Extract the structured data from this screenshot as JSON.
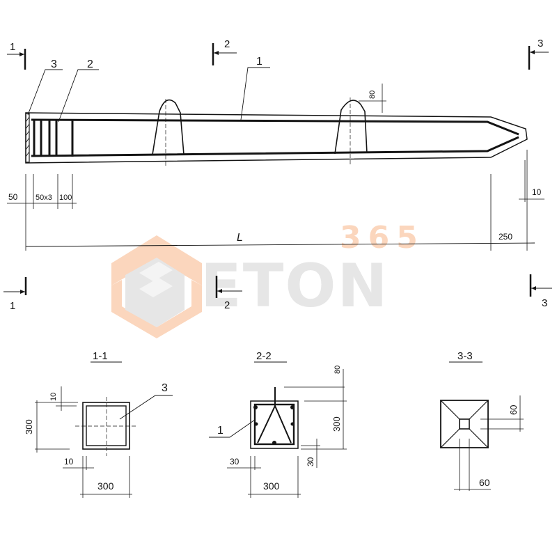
{
  "drawing": {
    "type": "reinforced concrete pile drawing",
    "elevation": {
      "section_markers": [
        {
          "id": "1",
          "label": "1"
        },
        {
          "id": "2",
          "label": "2"
        },
        {
          "id": "3",
          "label": "3"
        }
      ],
      "callouts": [
        {
          "id": "3",
          "label": "3"
        },
        {
          "id": "2",
          "label": "2"
        },
        {
          "id": "1",
          "label": "1"
        }
      ],
      "dimensions": {
        "end_plate": "50",
        "stirrup_spacing": "50x3",
        "stirrup_last": "100",
        "overall_length": "L",
        "tip_length": "250",
        "tip_offset": "10",
        "loop_height": "80"
      }
    },
    "sections": [
      {
        "title": "1-1",
        "callout": "3",
        "dims": {
          "height": "300",
          "width": "300",
          "top_plate": "10",
          "side_plate": "10"
        }
      },
      {
        "title": "2-2",
        "callout": "1",
        "dims": {
          "loop": "80",
          "height": "300",
          "cover_bottom": "30",
          "cover_side": "30",
          "width": "300"
        }
      },
      {
        "title": "3-3",
        "dims": {
          "tip_vertical": "60",
          "tip_horizontal": "60"
        }
      }
    ]
  },
  "watermark": {
    "brand": "ETON",
    "number": "365",
    "colors": {
      "orange": "#fbd6bd",
      "gray": "#e6e6e6"
    }
  }
}
